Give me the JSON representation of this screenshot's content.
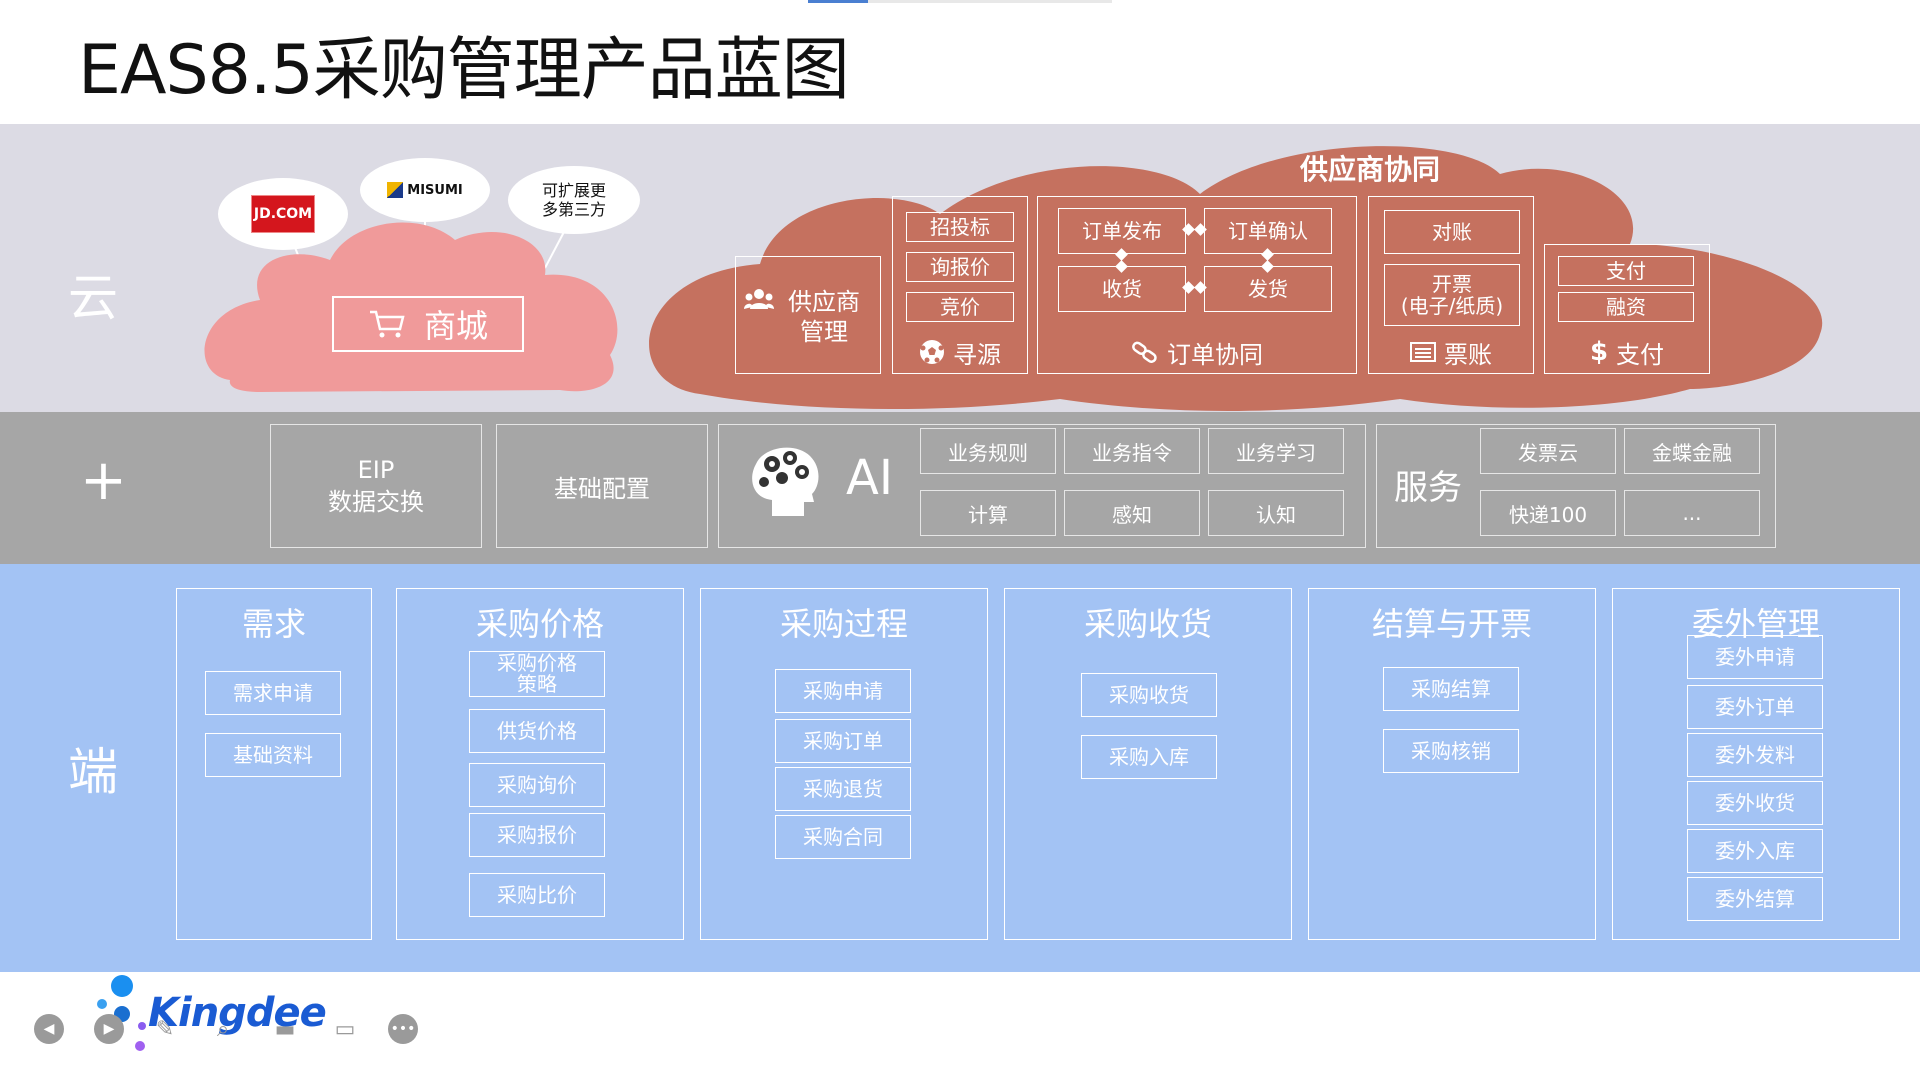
{
  "title": "EAS8.5采购管理产品蓝图",
  "bands": {
    "cloud": "云",
    "plus": "+",
    "end": "端"
  },
  "mall": {
    "jd_logo": "JD.COM",
    "misumi": "MISUMI",
    "more_third_party": "可扩展更多第三方",
    "label": "商城"
  },
  "supplier": {
    "title": "供应商协同",
    "management": "供应商管理",
    "sourcing": {
      "items": [
        "招投标",
        "询报价",
        "竞价"
      ],
      "footer": "寻源"
    },
    "order": {
      "items": [
        "订单发布",
        "订单确认",
        "收货",
        "发货"
      ],
      "footer": "订单协同"
    },
    "invoice": {
      "items": [
        "对账",
        "开票\n(电子/纸质)"
      ],
      "footer": "票账"
    },
    "payment": {
      "items": [
        "支付",
        "融资"
      ],
      "footer": "支付"
    }
  },
  "middle": {
    "eip": "EIP\n数据交换",
    "base_config": "基础配置",
    "ai": {
      "label": "AI",
      "items": [
        "业务规则",
        "业务指令",
        "业务学习",
        "计算",
        "感知",
        "认知"
      ]
    },
    "service": {
      "label": "服务",
      "items": [
        "发票云",
        "金蝶金融",
        "快递100",
        "..."
      ]
    }
  },
  "columns": [
    {
      "title": "需求",
      "items": [
        "需求申请",
        "基础资料"
      ]
    },
    {
      "title": "采购价格",
      "items": [
        "采购价格\n策略",
        "供货价格",
        "采购询价",
        "采购报价",
        "采购比价"
      ]
    },
    {
      "title": "采购过程",
      "items": [
        "采购申请",
        "采购订单",
        "采购退货",
        "采购合同"
      ]
    },
    {
      "title": "采购收货",
      "items": [
        "采购收货",
        "采购入库"
      ]
    },
    {
      "title": "结算与开票",
      "items": [
        "采购结算",
        "采购核销"
      ]
    },
    {
      "title": "委外管理",
      "items": [
        "委外申请",
        "委外订单",
        "委外发料",
        "委外收货",
        "委外入库",
        "委外结算"
      ]
    }
  ],
  "brand": "Kingdee",
  "colors": {
    "cloud_band": "#dcdbe4",
    "middle_band": "#a6a6a6",
    "end_band": "#a3c3f4",
    "supplier_cloud": "#c5715f",
    "mall_cloud": "#f09a9a"
  },
  "icons": {
    "mall": "cart-icon",
    "supplier_management": "users-icon",
    "sourcing": "soccer-ball-icon",
    "order": "link-icon",
    "invoice": "list-icon",
    "payment": "dollar-icon",
    "ai": "brain-head-icon"
  }
}
